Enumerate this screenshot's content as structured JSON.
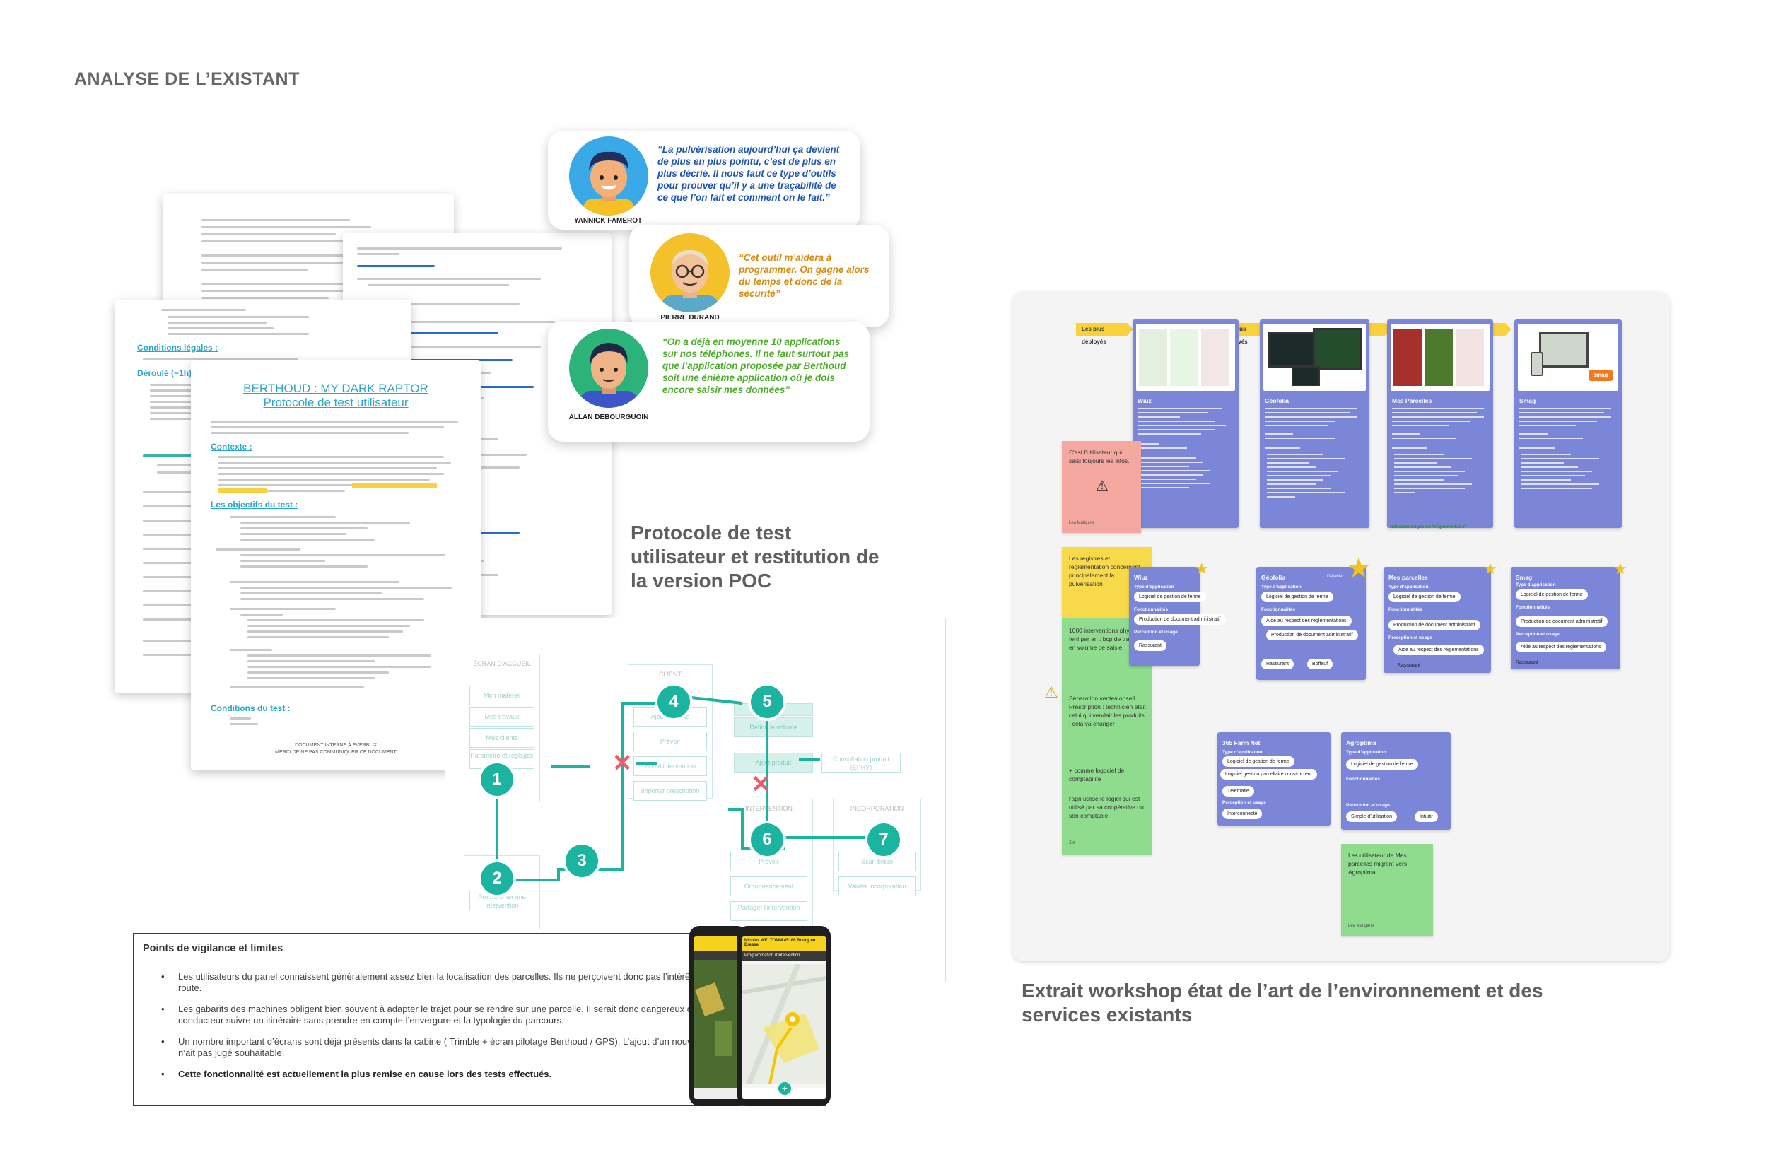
{
  "page": {
    "title": "ANALYSE DE L’EXISTANT"
  },
  "protocol": {
    "caption": "Protocole de test utilisateur et restitution de la version POC",
    "doc_title": "BERTHOUD : MY DARK RAPTOR",
    "doc_subtitle": "Protocole de test utilisateur",
    "sections": [
      "Contexte :",
      "Les objectifs du test :",
      "Conditions du test :"
    ],
    "left_sections": [
      "Conditions légales :",
      "Déroulé (~1h) :"
    ],
    "footer_line1": "DOCUMENT INTERNE À EVERBLIX",
    "footer_line2": "MERCI DE NE PAS COMMUNIQUER CE DOCUMENT"
  },
  "testimonials": [
    {
      "name": "YANNICK FAMEROT",
      "quote": "“La pulvérisation aujourd’hui ça devient de plus en plus pointu, c’est de plus en plus décrié. Il nous faut ce type d’outils pour prouver qu’il y a une traçabilité de ce que l’on fait et comment on le fait.”",
      "color": "#1d55b4"
    },
    {
      "name": "PIERRE DURAND",
      "quote": "“Cet outil m’aidera à programmer. On gagne alors du temps et donc de la sécurité”",
      "color": "#d98c0e"
    },
    {
      "name": "ALLAN DEBOURGUOIN",
      "quote": "“On a déjà en moyenne 10 applications sur nos téléphones. Il ne faut surtout pas que l’application proposée par Berthoud soit une énième application où je dois encore saisir mes données”",
      "color": "#4cae2a"
    }
  ],
  "flow": {
    "boxes": [
      "ÉCRAN D’ACCUEIL",
      "CLIENT",
      "INTERVENTION",
      "INCORPORATION"
    ],
    "col1": [
      "Mon matériel",
      "Mes travaux",
      "Mes clients",
      "Paramètre et réglages",
      "Programmer une intervention"
    ],
    "col2": [
      "Ajout parcelle",
      "Prévoir",
      "Bon d’intervention",
      "Importer prescription"
    ],
    "col3": [
      "Définir le volume",
      "Ajout produit",
      "Prévoir",
      "Ordonnancement",
      "Partager l’intervention"
    ],
    "col4": [
      "Scan bidon",
      "Valider incorporation"
    ],
    "side": "Consultation produit (EPHY)",
    "steps": [
      "1",
      "2",
      "3",
      "4",
      "5",
      "6",
      "7"
    ]
  },
  "vigilance": {
    "title": "Points de vigilance et limites",
    "items": [
      "Les utilisateurs du panel connaissent généralement assez bien la localisation des parcelles. Ils ne perçoivent donc pas l’intérêt d’un guidage sur route.",
      "Les gabarits des machines obligent bien souvent à adapter le trajet pour se rendre sur une parcelle. Il serait donc dangereux de laisser un conducteur suivre un itinéraire sans prendre en compte l’envergure et la typologie du parcours.",
      "Un nombre important d’écrans sont déjà présents dans la cabine ( Trimble + écran pilotage Berthoud / GPS). L’ajout d’un nouvel outil de guidage n’ait pas jugé souhaitable."
    ],
    "bold_item": "Cette fonctionnalité est actuellement la plus remise en cause lors des tests effectués."
  },
  "phones": {
    "header": "Nicolas WELTOMM 45186 Bourg en Bresse",
    "banner": "Programmation d’intervention"
  },
  "workshop": {
    "caption": "Extrait workshop état de l’art de l’environnement et des services existants",
    "flag_label": "Les plus déployés",
    "top_cards": [
      {
        "title": "Wiuz"
      },
      {
        "title": "Géofolia"
      },
      {
        "title": "Mes Parcelles"
      },
      {
        "title": "Smag"
      }
    ],
    "green_note": "Initialement pensé “réglementaire”",
    "pink_note": "C'est l'utilisateur qui saisi toujours les infos.",
    "pink_author": "Lea Matigane",
    "yellow_note": "Les registres et réglementation concernant principalement la pulvérisation",
    "green_notes": [
      "1000 interventions phyto et ferti par an : bcp de travail en volume de saisie",
      "Séparation vente/conseil Prescription : technicien était celui qui vendait les produits : cela va changer",
      "+ comme logociel de comptabilité",
      "l'agri utilise le logiel qui est utilisé par sa coopérative ou son comptable"
    ],
    "green_author": "Zot",
    "labels": {
      "type": "Type d’application",
      "fonc": "Fonctionnalités",
      "perc": "Perception et usage",
      "detailer": "Détailler"
    },
    "bottom_cards": [
      {
        "title": "Wiuz",
        "pills": [
          "Logiciel de gestion de ferme",
          "Production de document administratif",
          "Rassurant"
        ]
      },
      {
        "title": "Géofolia",
        "pills": [
          "Logiciel de gestion de ferme",
          "Aide au respect des réglementations",
          "Production de document administratif",
          "Rassurant",
          "Boffeuf"
        ]
      },
      {
        "title": "Mes parcelles",
        "pills": [
          "Logiciel de gestion de ferme",
          "Production de document administratif",
          "Aide au respect des réglementations",
          "Rassurant"
        ]
      },
      {
        "title": "Smag",
        "pills": [
          "Logiciel de gestion de ferme",
          "Production de document administratif",
          "Aide au respect des réglementations",
          "Rassurant"
        ]
      },
      {
        "title": "365 Farm Net",
        "pills": [
          "Logiciel de gestion de ferme",
          "Logiciel gestion parcellaire constructeur",
          "Télématie",
          "Interconnecté"
        ]
      },
      {
        "title": "Agroptima",
        "pills": [
          "Logiciel de gestion de ferme",
          "Simple d’utilisation",
          "Intuitif"
        ]
      }
    ],
    "final_note": "Les utilisateur de Mes parcelles migrent vers Agroptima.",
    "final_author": "Lea Matigane"
  },
  "colors": {
    "teal": "#1ab4a0",
    "blue_card": "#7b86d8",
    "flag": "#f9d13a",
    "cross": "#f05b6a"
  }
}
